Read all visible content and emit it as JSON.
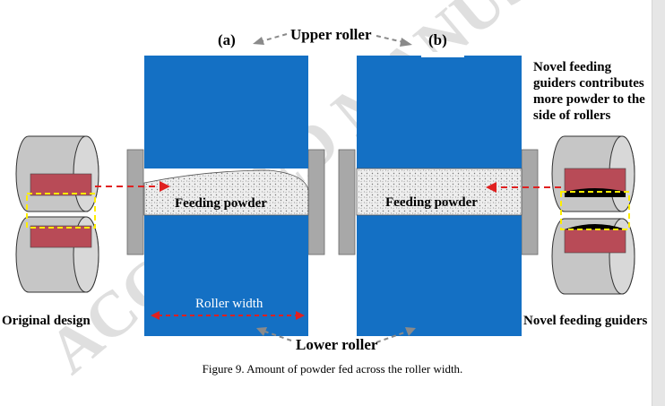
{
  "panels": {
    "a": "(a)",
    "b": "(b)"
  },
  "labels": {
    "upper_roller": "Upper roller",
    "lower_roller": "Lower roller",
    "feeding_powder_a": "Feeding powder",
    "feeding_powder_b": "Feeding powder",
    "roller_width": "Roller width",
    "original_design": "Original design",
    "novel_feeding_guiders": "Novel feeding guiders",
    "note_line1": "Novel feeding",
    "note_line2": "guiders contributes",
    "note_line3": "more powder to the",
    "note_line4": "side of rollers"
  },
  "caption": "Figure 9. Amount of powder fed across the roller width.",
  "watermark": "ACCEPTED MANUSCRIPT",
  "colors": {
    "roller_blue": "#1470c4",
    "guide_gray": "#a8a8a8",
    "powder_fill": "#eeeeee",
    "red_arrow": "#e02020",
    "gray_arrow": "#8a8a8a",
    "yellow_dash": "#ffee00",
    "side_red": "#b84b57",
    "side_gray": "#c8c8c8"
  }
}
